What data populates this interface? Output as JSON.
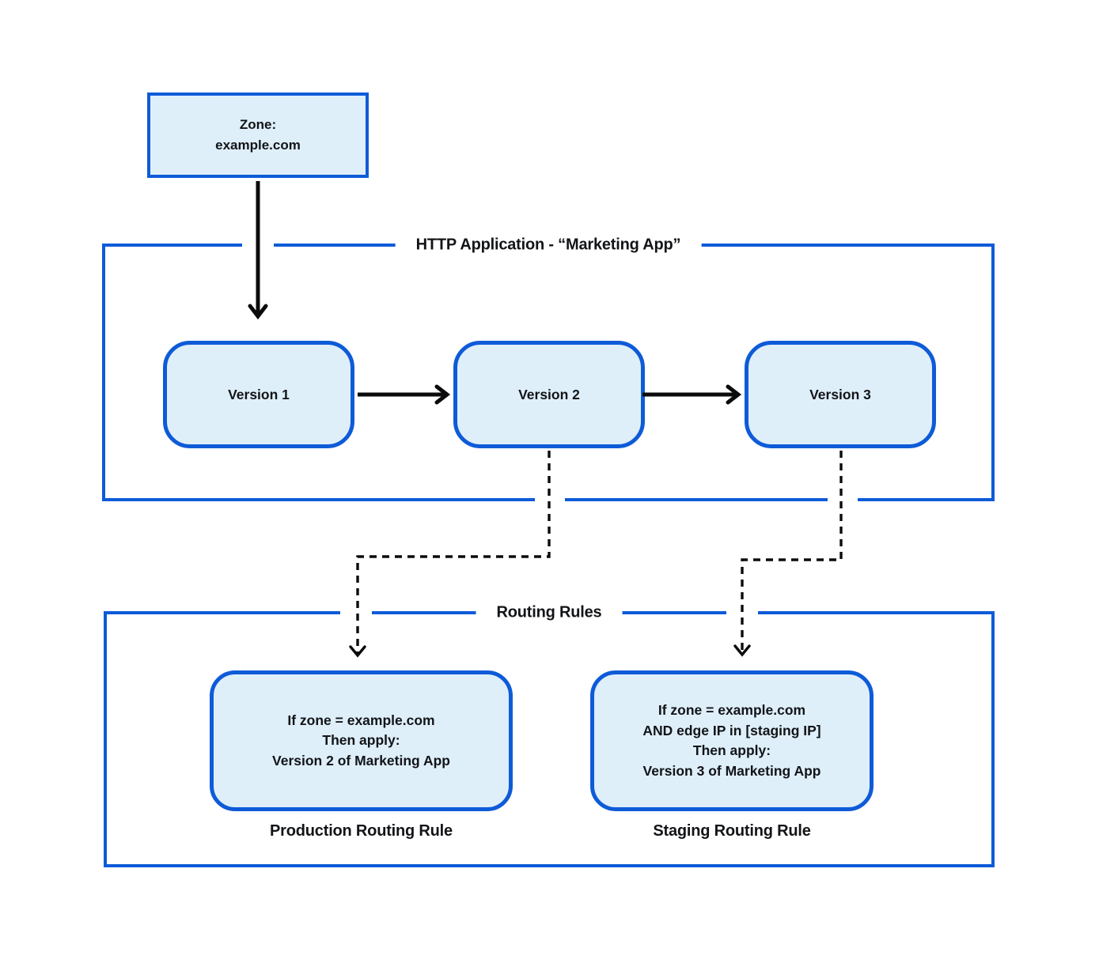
{
  "zone": {
    "label": "Zone:\nexample.com"
  },
  "http_application": {
    "title": "HTTP Application - “Marketing App”",
    "versions": [
      {
        "label": "Version 1"
      },
      {
        "label": "Version 2"
      },
      {
        "label": "Version 3"
      }
    ]
  },
  "routing_rules": {
    "title": "Routing Rules",
    "production": {
      "body": "If zone = example.com\nThen apply:\nVersion 2 of Marketing App",
      "caption": "Production Routing Rule"
    },
    "staging": {
      "body": "If zone = example.com\nAND edge IP in [staging IP]\nThen apply:\nVersion 3 of Marketing App",
      "caption": "Staging Routing Rule"
    }
  },
  "colors": {
    "border_blue": "#0e5bd8",
    "node_fill": "#dfeffa",
    "text": "#121417",
    "arrow_black": "#0b0b0c",
    "background": "#ffffff"
  }
}
